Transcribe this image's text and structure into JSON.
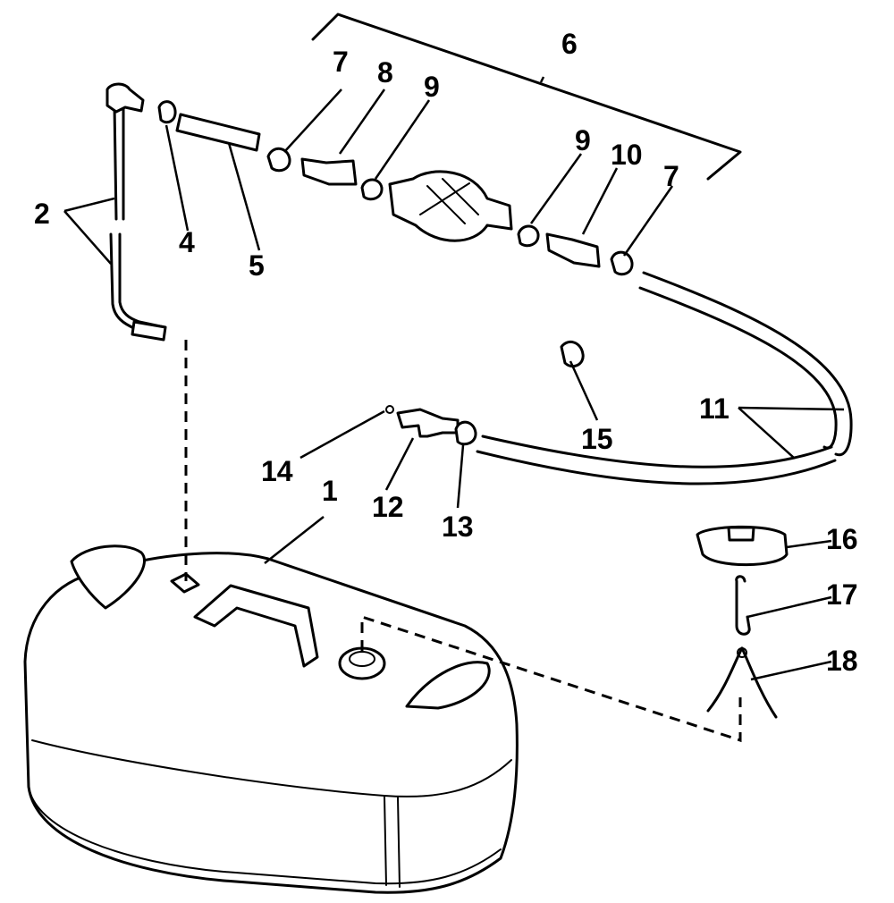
{
  "callouts": {
    "c1": "1",
    "c2": "2",
    "c4": "4",
    "c5": "5",
    "c6": "6",
    "c7a": "7",
    "c7b": "7",
    "c8": "8",
    "c9a": "9",
    "c9b": "9",
    "c10": "10",
    "c11": "11",
    "c12": "12",
    "c13": "13",
    "c14": "14",
    "c15": "15",
    "c16": "16",
    "c17": "17",
    "c18": "18"
  }
}
